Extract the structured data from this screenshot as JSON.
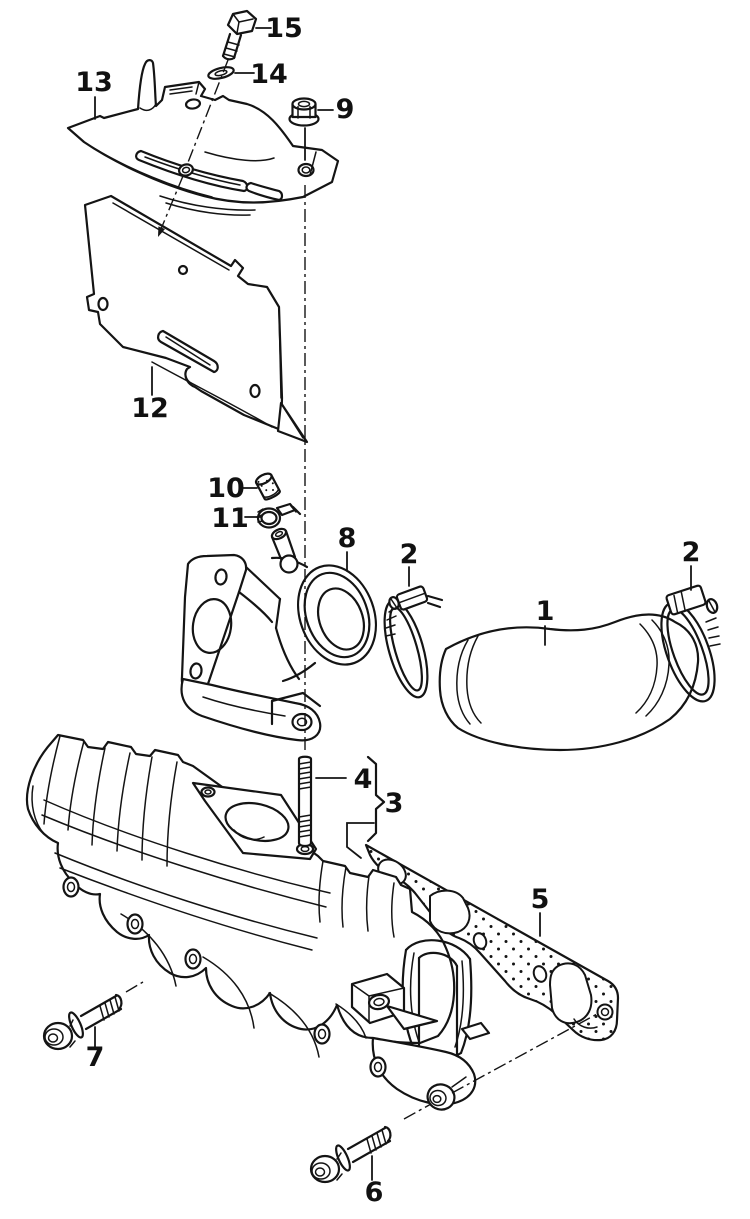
{
  "meta": {
    "title": "Intake manifold exploded parts diagram",
    "type": "exploded-parts-diagram",
    "line_color": "#141414",
    "background_color": "#ffffff"
  },
  "parts": [
    {
      "label": "15",
      "name": "hex-bolt"
    },
    {
      "label": "14",
      "name": "washer"
    },
    {
      "label": "13",
      "name": "support-bracket"
    },
    {
      "label": "9",
      "name": "hex-flange-nut"
    },
    {
      "label": "12",
      "name": "heat-shield-plate"
    },
    {
      "label": "10",
      "name": "cap"
    },
    {
      "label": "11",
      "name": "small-hose-clamp"
    },
    {
      "label": "8",
      "name": "intake-connecting-elbow"
    },
    {
      "label": "2",
      "name": "hose-clamp-left"
    },
    {
      "label": "2",
      "name": "hose-clamp-right"
    },
    {
      "label": "1",
      "name": "air-intake-hose"
    },
    {
      "label": "4",
      "name": "stud"
    },
    {
      "label": "3",
      "name": "intake-manifold-group"
    },
    {
      "label": "5",
      "name": "manifold-gasket"
    },
    {
      "label": "7",
      "name": "socket-head-bolt-left"
    },
    {
      "label": "6",
      "name": "socket-head-bolt-lower"
    }
  ]
}
